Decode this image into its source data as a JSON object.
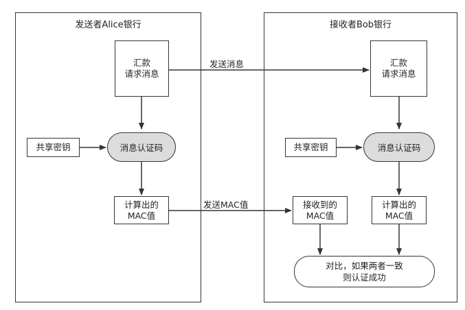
{
  "sender_panel": {
    "title": "发送者Alice银行"
  },
  "receiver_panel": {
    "title": "接收者Bob银行"
  },
  "sender": {
    "message": [
      "汇款",
      "请求消息"
    ],
    "shared_key": "共享密钥",
    "mac_algorithm": "消息认证码",
    "computed_mac": [
      "计算出的",
      "MAC值"
    ]
  },
  "receiver": {
    "message": [
      "汇款",
      "请求消息"
    ],
    "shared_key": "共享密钥",
    "mac_algorithm": "消息认证码",
    "received_mac": [
      "接收到的",
      "MAC值"
    ],
    "computed_mac": [
      "计算出的",
      "MAC值"
    ],
    "compare": [
      "对比，如果两者一致",
      "则认证成功"
    ]
  },
  "edges": {
    "send_message": "发送消息",
    "send_mac": "发送MAC值"
  }
}
